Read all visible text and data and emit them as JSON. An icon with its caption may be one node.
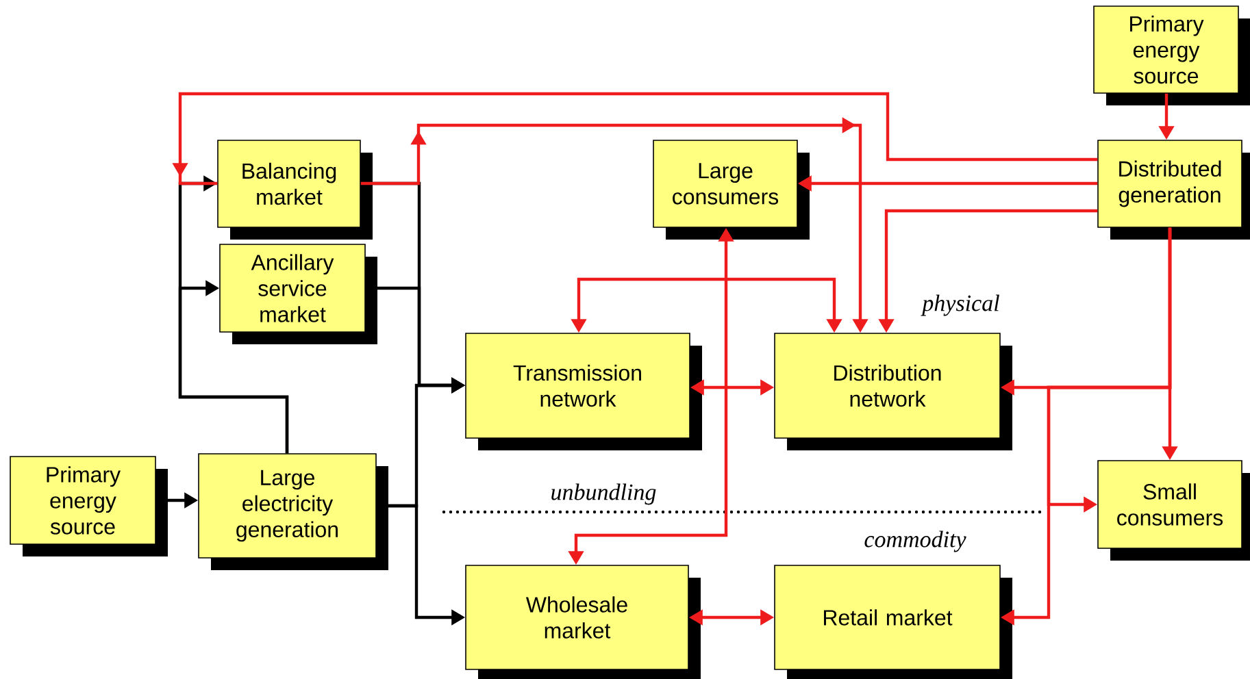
{
  "diagram": {
    "nodes": [
      {
        "text": [
          "Primary energy source"
        ]
      },
      {
        "text": [
          "Balancing market"
        ]
      },
      {
        "text": [
          "Large consumers"
        ]
      },
      {
        "text": [
          "Distributed generation"
        ]
      },
      {
        "text": [
          "Ancillary service market"
        ]
      },
      {
        "text": [
          "Transmission network"
        ]
      },
      {
        "text": [
          "Distribution network"
        ]
      },
      {
        "text": [
          "Primary energy source"
        ]
      },
      {
        "text": [
          "Large electricity generation"
        ]
      },
      {
        "text": [
          "Small consumers"
        ]
      },
      {
        "text": [
          "Wholesale market"
        ]
      },
      {
        "text": [
          "Retail market"
        ]
      }
    ],
    "edges": [
      {
        "from": 7,
        "to": 8,
        "arrow": "to",
        "color": "#000000"
      },
      {
        "from": 8,
        "to": 1,
        "arrow": "to",
        "color": "#000000"
      },
      {
        "from": 8,
        "to": 4,
        "arrow": "to",
        "color": "#000000"
      },
      {
        "from": 1,
        "to": 5,
        "arrow": "to",
        "color": "#000000"
      },
      {
        "from": 4,
        "to": 5,
        "arrow": "to",
        "color": "#000000"
      },
      {
        "from": 8,
        "to": 5,
        "arrow": "to",
        "color": "#000000"
      },
      {
        "from": 8,
        "to": 10,
        "arrow": "to",
        "color": "#000000"
      },
      {
        "from": 3,
        "to": 1,
        "arrow": "to"
      },
      {
        "from": 1,
        "to": 6,
        "arrow": "to"
      },
      {
        "from": 0,
        "to": 3,
        "arrow": "to"
      },
      {
        "from": 3,
        "to": 2,
        "arrow": "to"
      },
      {
        "from": 3,
        "to": 6,
        "arrow": "to"
      },
      {
        "from": 5,
        "to": 6,
        "arrow": "both"
      },
      {
        "from": 5,
        "to": 6,
        "arrow": "both"
      },
      {
        "from": 2,
        "to": 10,
        "arrow": "both"
      },
      {
        "from": 3,
        "to": 6,
        "arrow": "to"
      },
      {
        "from": 3,
        "to": 9,
        "arrow": "to"
      },
      {
        "from": 3,
        "to": 11,
        "arrow": "to"
      },
      {
        "from": 3,
        "to": 9,
        "arrow": "to"
      },
      {
        "from": 10,
        "to": 11,
        "arrow": "both"
      }
    ],
    "labels": [
      "physical",
      "unbundling",
      "commodity"
    ]
  }
}
